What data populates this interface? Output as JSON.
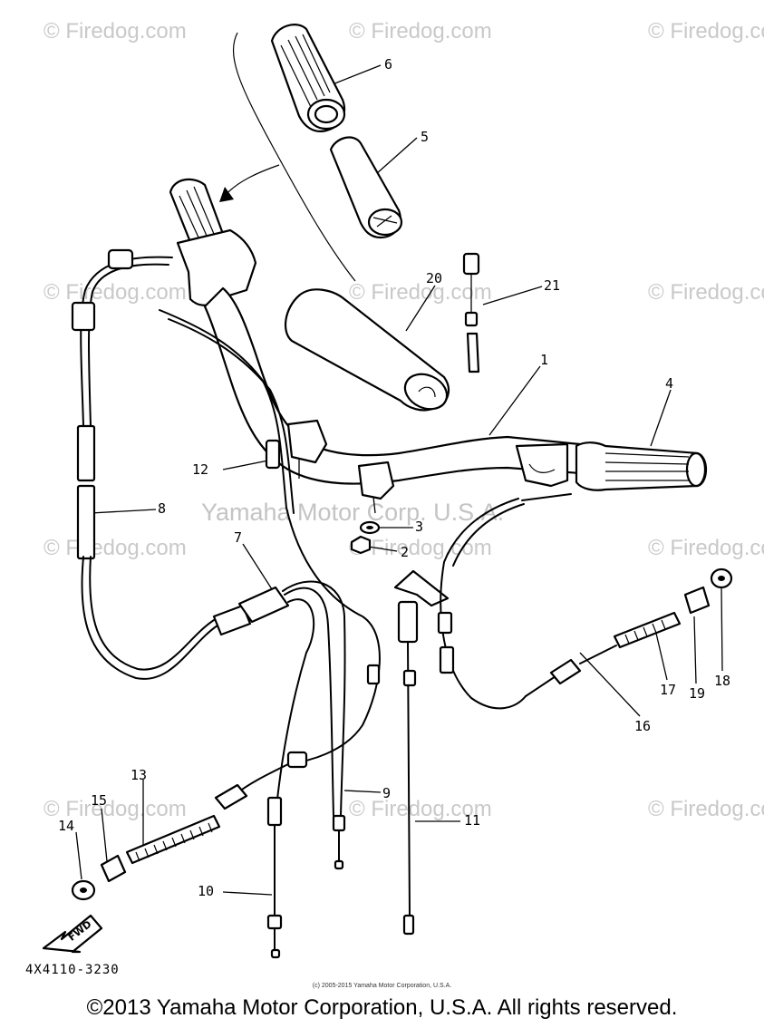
{
  "watermarks": {
    "brand": "© Firedog.com",
    "center": "Yamaha Motor Corp. U.S.A."
  },
  "callouts": [
    "1",
    "2",
    "3",
    "4",
    "5",
    "6",
    "7",
    "8",
    "9",
    "10",
    "11",
    "12",
    "13",
    "14",
    "15",
    "16",
    "17",
    "18",
    "19",
    "20",
    "21"
  ],
  "fwd_label": "FWD",
  "drawing_code": "4X4110-3230",
  "small_credit": "(c) 2005-2015 Yamaha Motor Corporation, U.S.A.",
  "copyright": "©2013 Yamaha Motor Corporation, U.S.A. All rights reserved."
}
